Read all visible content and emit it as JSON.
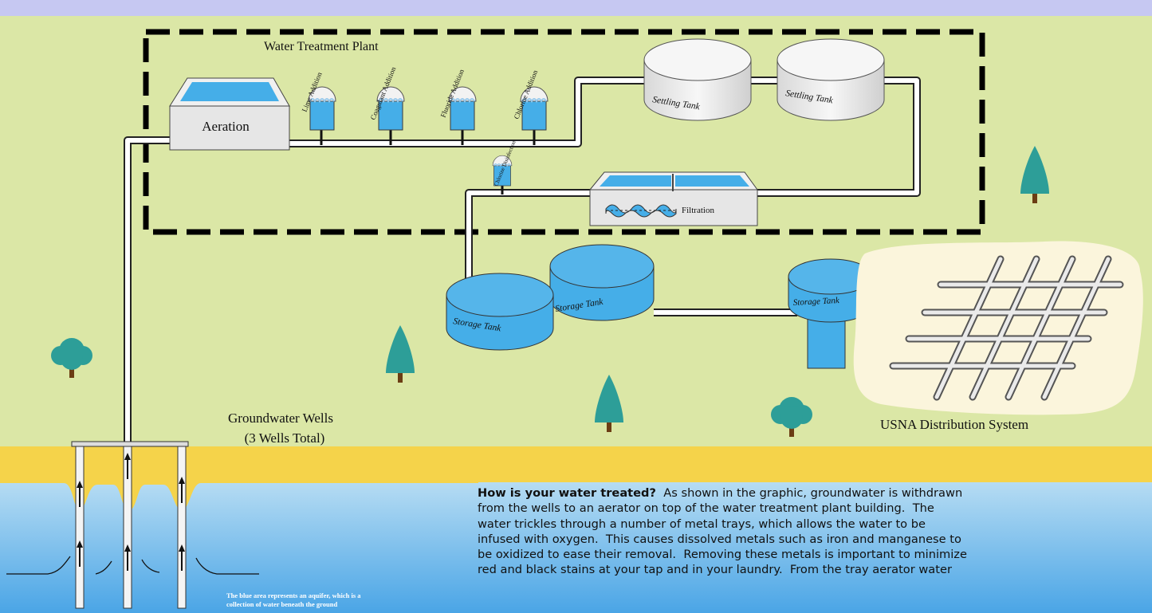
{
  "diagram": {
    "plant_title": "Water Treatment Plant",
    "aeration_label": "Aeration",
    "chemical_additions": [
      "Lime Addition",
      "Coagulant Addition",
      "Fluoride Addition",
      "Chlorine Addition"
    ],
    "chlorine_disinfection_label": "Chlorine Disinfection",
    "settling_tank_labels": [
      "Settling Tank",
      "Settling Tank"
    ],
    "filtration_label": "Filtration",
    "storage_tank_labels": [
      "Storage Tank",
      "Storage Tank",
      "Storage Tank"
    ],
    "wells_label_line1": "Groundwater Wells",
    "wells_label_line2": "(3 Wells Total)",
    "distribution_label": "USNA Distribution System",
    "aquifer_note_line1": "The blue area represents an aquifer, which is a",
    "aquifer_note_line2": "collection of water beneath the ground"
  },
  "text_block": {
    "heading": "How is your water treated?",
    "line1_rest": "  As shown in the graphic, groundwater is withdrawn",
    "line2": "from the wells to an aerator on top of the water treatment plant building.  The",
    "line3": "water trickles through a number of metal trays, which allows the water to be",
    "line4": "infused with oxygen.  This causes dissolved metals such as iron and manganese to",
    "line5": "be oxidized to ease their removal.  Removing these metals is important to minimize",
    "line6": "red and black stains at your tap and in your laundry.  From the tray aerator water"
  },
  "colors": {
    "top_band": "#c6c8f2",
    "grass": "#dbe7a6",
    "sand": "#f5d34a",
    "aquifer_top": "#a9d4f1",
    "aquifer_bottom": "#4aa6e6",
    "water_blue": "#4fb0e8",
    "tree_green": "#2d9e98",
    "tank_gray": "#eeeeee",
    "distribution_bg": "#fbf5dc"
  }
}
